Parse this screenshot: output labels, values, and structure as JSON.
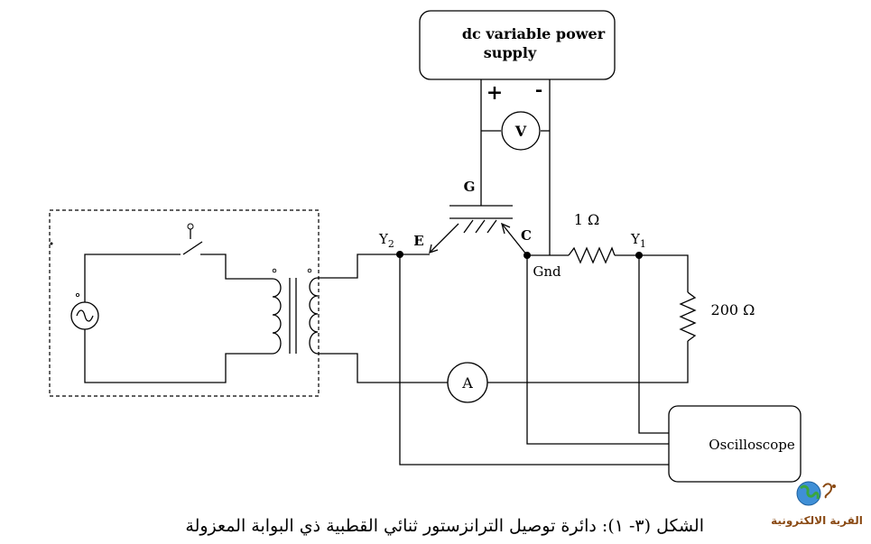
{
  "power_supply": {
    "line1": "dc variable power",
    "line2": "supply",
    "plus": "+",
    "minus": "-"
  },
  "labels": {
    "voltmeter": "V",
    "ammeter": "A",
    "gate": "G",
    "emitter": "E",
    "collector": "C",
    "ground": "Gnd",
    "y1": "Y",
    "y1_sub": "1",
    "y2": "Y",
    "y2_sub": "2",
    "r_small": "1 Ω",
    "r_large": "200 Ω",
    "oscilloscope": "Oscilloscope"
  },
  "caption": "الشكل (٣- ١): دائرة توصيل الترانزستور ثنائي القطبية ذي البوابة المعزولة",
  "logo": {
    "text": "القرية الالكترونية",
    "icon": "globe-icon",
    "color": "#8a4a14"
  }
}
